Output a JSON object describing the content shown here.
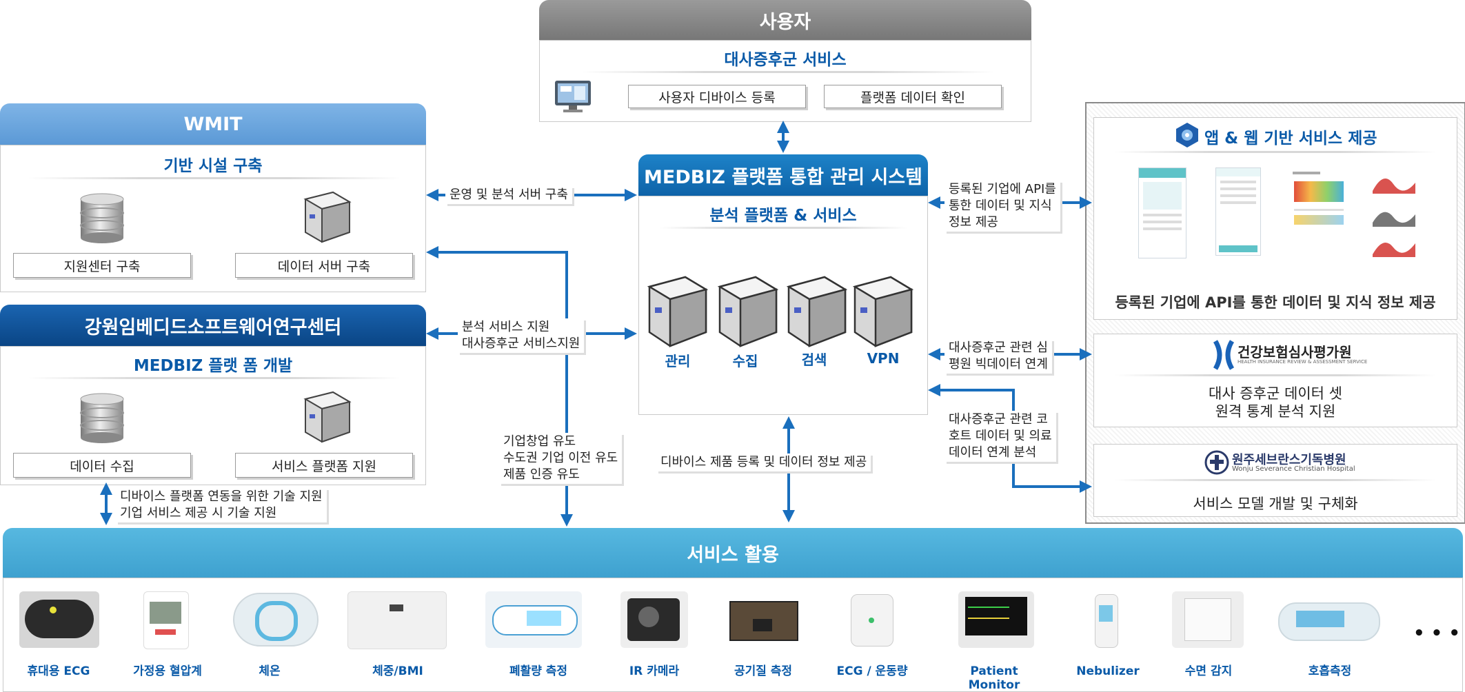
{
  "user": {
    "title": "사용자",
    "subtitle": "대사증후군 서비스",
    "button1": "사용자 디바이스 등록",
    "button2": "플랫폼 데이터 확인"
  },
  "wmit": {
    "title": "WMIT",
    "subtitle": "기반 시설 구축",
    "item1": "지원센터 구축",
    "item2": "데이터 서버 구축"
  },
  "center": {
    "title": "강원임베디드소프트웨어연구센터",
    "subtitle": "MEDBIZ 플랫 폼 개발",
    "item1": "데이터 수집",
    "item2": "서비스 플랫폼 지원"
  },
  "medbiz": {
    "title": "MEDBIZ 플랫폼 통합 관리 시스템",
    "subtitle": "분석 플랫폼 & 서비스",
    "servers": [
      "관리",
      "수집",
      "검색",
      "VPN"
    ]
  },
  "notes": {
    "ops": "운영 및 분석 서버 구축",
    "analysis1": "분석 서비스 지원",
    "analysis2": "대사증후군 서비스지원",
    "startup1": "기업창업 유도",
    "startup2": "수도권 기업 이전 유도",
    "startup3": "제품 인증 유도",
    "device": "디바이스 제품 등록 및 데이터 정보 제공",
    "tech1": "디바이스 플랫폼 연동을 위한 기술 지원",
    "tech2": "기업 서비스 제공 시 기술 지원",
    "api1": "등록된 기업에 API를",
    "api2": "통한 데이터 및 지식",
    "api3": "정보 제공",
    "bigdata1": "대사증후군 관련 심",
    "bigdata2": "평원 빅데이터 연계",
    "cohort1": "대사증후군 관련 코",
    "cohort2": "호트 데이터 및 의료",
    "cohort3": "데이터 연계 분석"
  },
  "right": {
    "app_title": "앱 & 웹 기반 서비스 제공",
    "app_caption": "등록된 기업에 API를 통한 데이터 및 지식 정보 제공",
    "hira_name": "건강보험심사평가원",
    "hira_sub": "HEALTH INSURANCE REVIEW & ASSESSMENT SERVICE",
    "hira_text1": "대사 증후군 데이터 셋",
    "hira_text2": "원격 통계 분석 지원",
    "wonju_name": "원주세브란스기독병원",
    "wonju_sub": "Wonju Severance Christian Hospital",
    "wonju_text": "서비스 모델 개발 및 구체화"
  },
  "service": {
    "title": "서비스 활용",
    "more": "• • •",
    "devices": [
      "휴대용 ECG",
      "가정용 혈압계",
      "체온",
      "체중/BMI",
      "폐활량 측정",
      "IR 카메라",
      "공기질 측정",
      "ECG / 운동량",
      "Patient Monitor",
      "Nebulizer",
      "수면 감지",
      "호흡측정"
    ]
  },
  "colors": {
    "dark_blue": "#0a4f94",
    "mid_blue": "#1f7cc0",
    "light_blue": "#5ab6dc",
    "gray": "#8a8a8a",
    "arrow": "#1a6fbd"
  }
}
